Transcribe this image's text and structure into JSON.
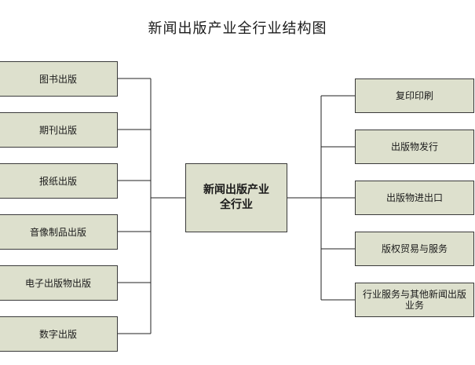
{
  "title": "新闻出版产业全行业结构图",
  "center": {
    "line1": "新闻出版产业",
    "line2": "全行业"
  },
  "left_nodes": [
    "图书出版",
    "期刊出版",
    "报纸出版",
    "音像制品出版",
    "电子出版物出版",
    "数字出版"
  ],
  "right_nodes": [
    "复印印刷",
    "出版物发行",
    "出版物进出口",
    "版权贸易与服务",
    "行业服务与其他新闻出版业务"
  ],
  "colors": {
    "box_fill": "#dde0cd",
    "border": "#3a3a3a",
    "line": "#222222"
  }
}
